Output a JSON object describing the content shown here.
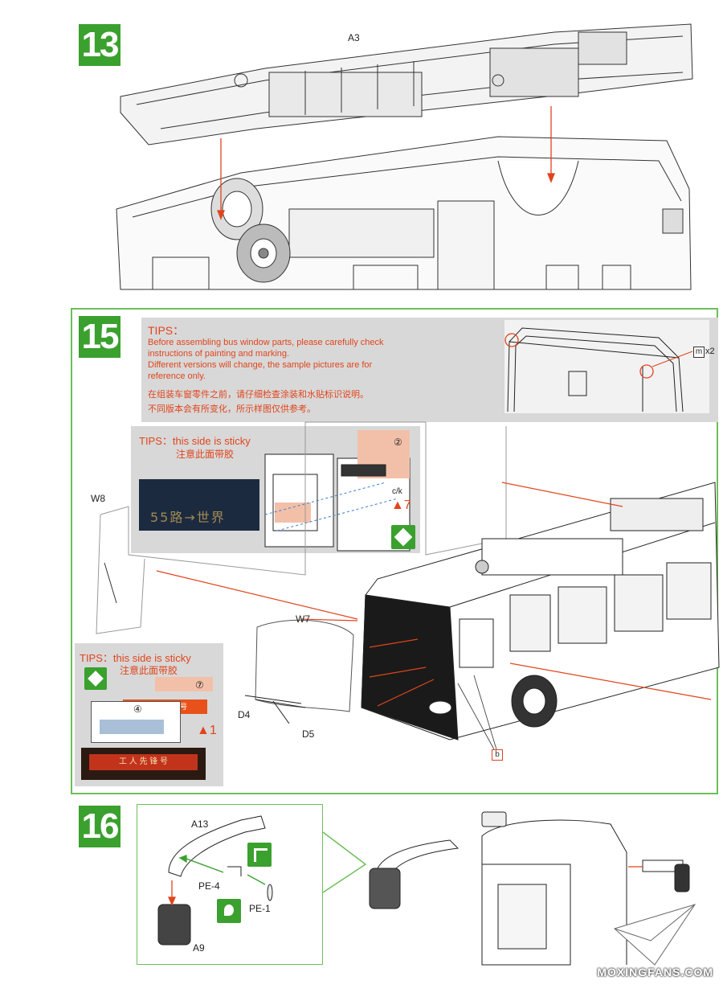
{
  "steps": {
    "step13": "13",
    "step15": "15",
    "step16": "16"
  },
  "parts": {
    "a3": "A3",
    "w8": "W8",
    "w7": "W7",
    "d4": "D4",
    "d5": "D5",
    "a13": "A13",
    "pe4": "PE-4",
    "pe1": "PE-1",
    "a9": "A9",
    "b": "b",
    "m": "m",
    "mx": "x2",
    "ck": "c/k",
    "n2": "②",
    "n7circle": "⑦",
    "n4": "④",
    "tri7": "▲7",
    "tri1": "▲1"
  },
  "tips_main": {
    "title": "TIPS：",
    "en1": "Before assembling bus window parts, please carefully check",
    "en2": "instructions of painting and marking.",
    "en3": "Different versions will change, the sample pictures are for",
    "en4": "reference only.",
    "cn1": "在组装车窗零件之前，请仔细检查涂装和水贴标识说明。",
    "cn2": "不同版本会有所变化，所示样图仅供参考。"
  },
  "tips_sticky1": {
    "en": "TIPS：this side is sticky",
    "cn": "注意此面带胶",
    "display": "55路→世界"
  },
  "tips_sticky2": {
    "en": "TIPS：this side is sticky",
    "cn": "注意此面带胶",
    "sign": "工 人 先 锋 号"
  },
  "watermark": "MOXINGFANS.COM"
}
